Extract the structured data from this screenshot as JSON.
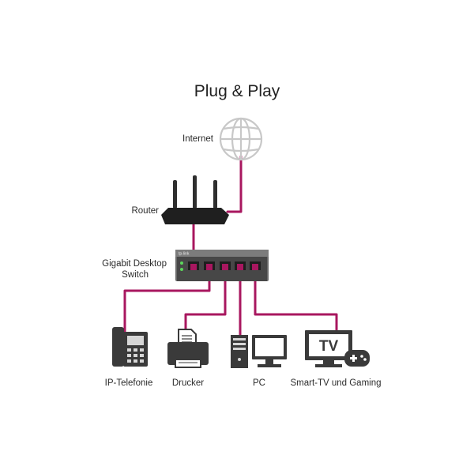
{
  "title": "Plug & Play",
  "labels": {
    "internet": "Internet",
    "router": "Router",
    "switch_line1": "Gigabit Desktop",
    "switch_line2": "Switch",
    "ip_phone": "IP-Telefonie",
    "printer": "Drucker",
    "pc": "PC",
    "tv": "Smart-TV und Gaming"
  },
  "switch_brand": "tp-link",
  "tv_screen_text": "TV",
  "colors": {
    "cable": "#a8175f",
    "device": "#3a3a3a",
    "globe": "#c8c8c8",
    "switch_body": "#4a4a4a",
    "led": "#5bd65b"
  },
  "icons": [
    "globe-icon",
    "router-icon",
    "switch-icon",
    "phone-icon",
    "printer-icon",
    "pc-icon",
    "tv-icon",
    "gamepad-icon"
  ]
}
